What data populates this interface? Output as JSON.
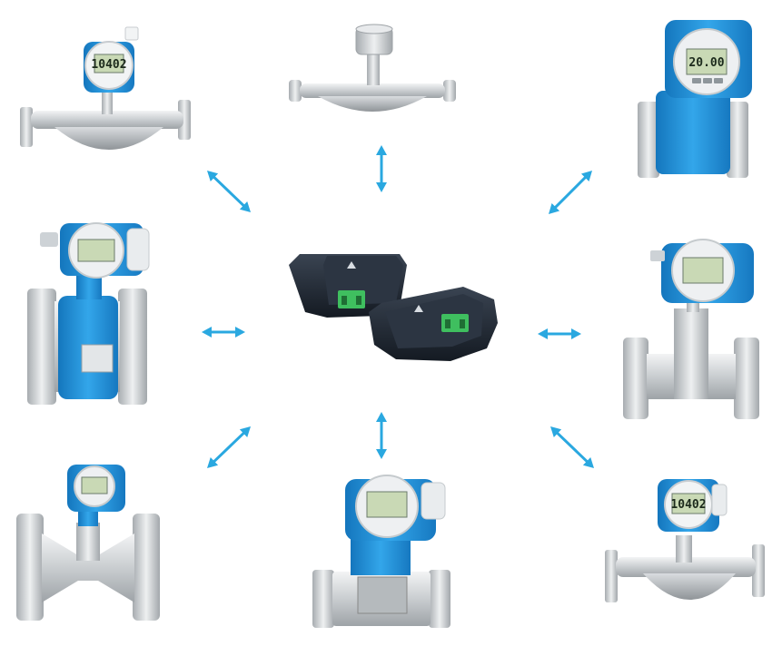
{
  "devices": {
    "top_left": {
      "display": "10402"
    },
    "top_right": {
      "display": "20.00"
    },
    "bottom_right": {
      "display": "10402"
    }
  },
  "colors": {
    "arrow": "#2aa8e0",
    "housing_blue": "#1f8fd6",
    "steel": "#cfd3d6",
    "lcd": "#c9d9b5",
    "module_dark": "#1b2430",
    "terminal_green": "#3fbf5f"
  },
  "icons": {
    "arrow": "double-headed-arrow-icon",
    "center": "wireless-module-icon"
  }
}
